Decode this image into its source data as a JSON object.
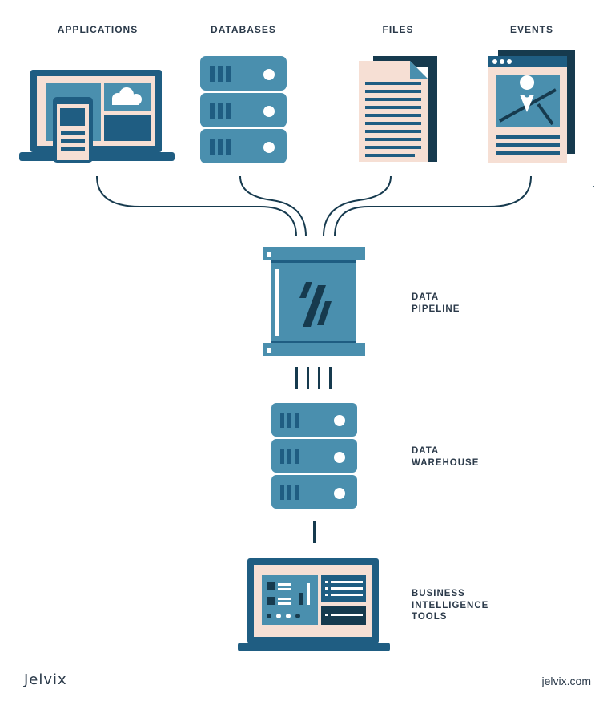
{
  "sources": {
    "applications": "APPLICATIONS",
    "databases": "DATABASES",
    "files": "FILES",
    "events": "EVENTS"
  },
  "stages": {
    "pipeline": "DATA\nPIPELINE",
    "warehouse": "DATA\nWAREHOUSE",
    "bi": "BUSINESS\nINTELLIGENCE\nTOOLS"
  },
  "footer": {
    "brand": "Jelvix",
    "site": "jelvix.com"
  },
  "colors": {
    "dark_blue": "#1f5d82",
    "mid_blue": "#4a8fae",
    "navy": "#163a4e",
    "peach": "#f6dfd4",
    "white": "#ffffff",
    "text": "#2b3a4a"
  }
}
